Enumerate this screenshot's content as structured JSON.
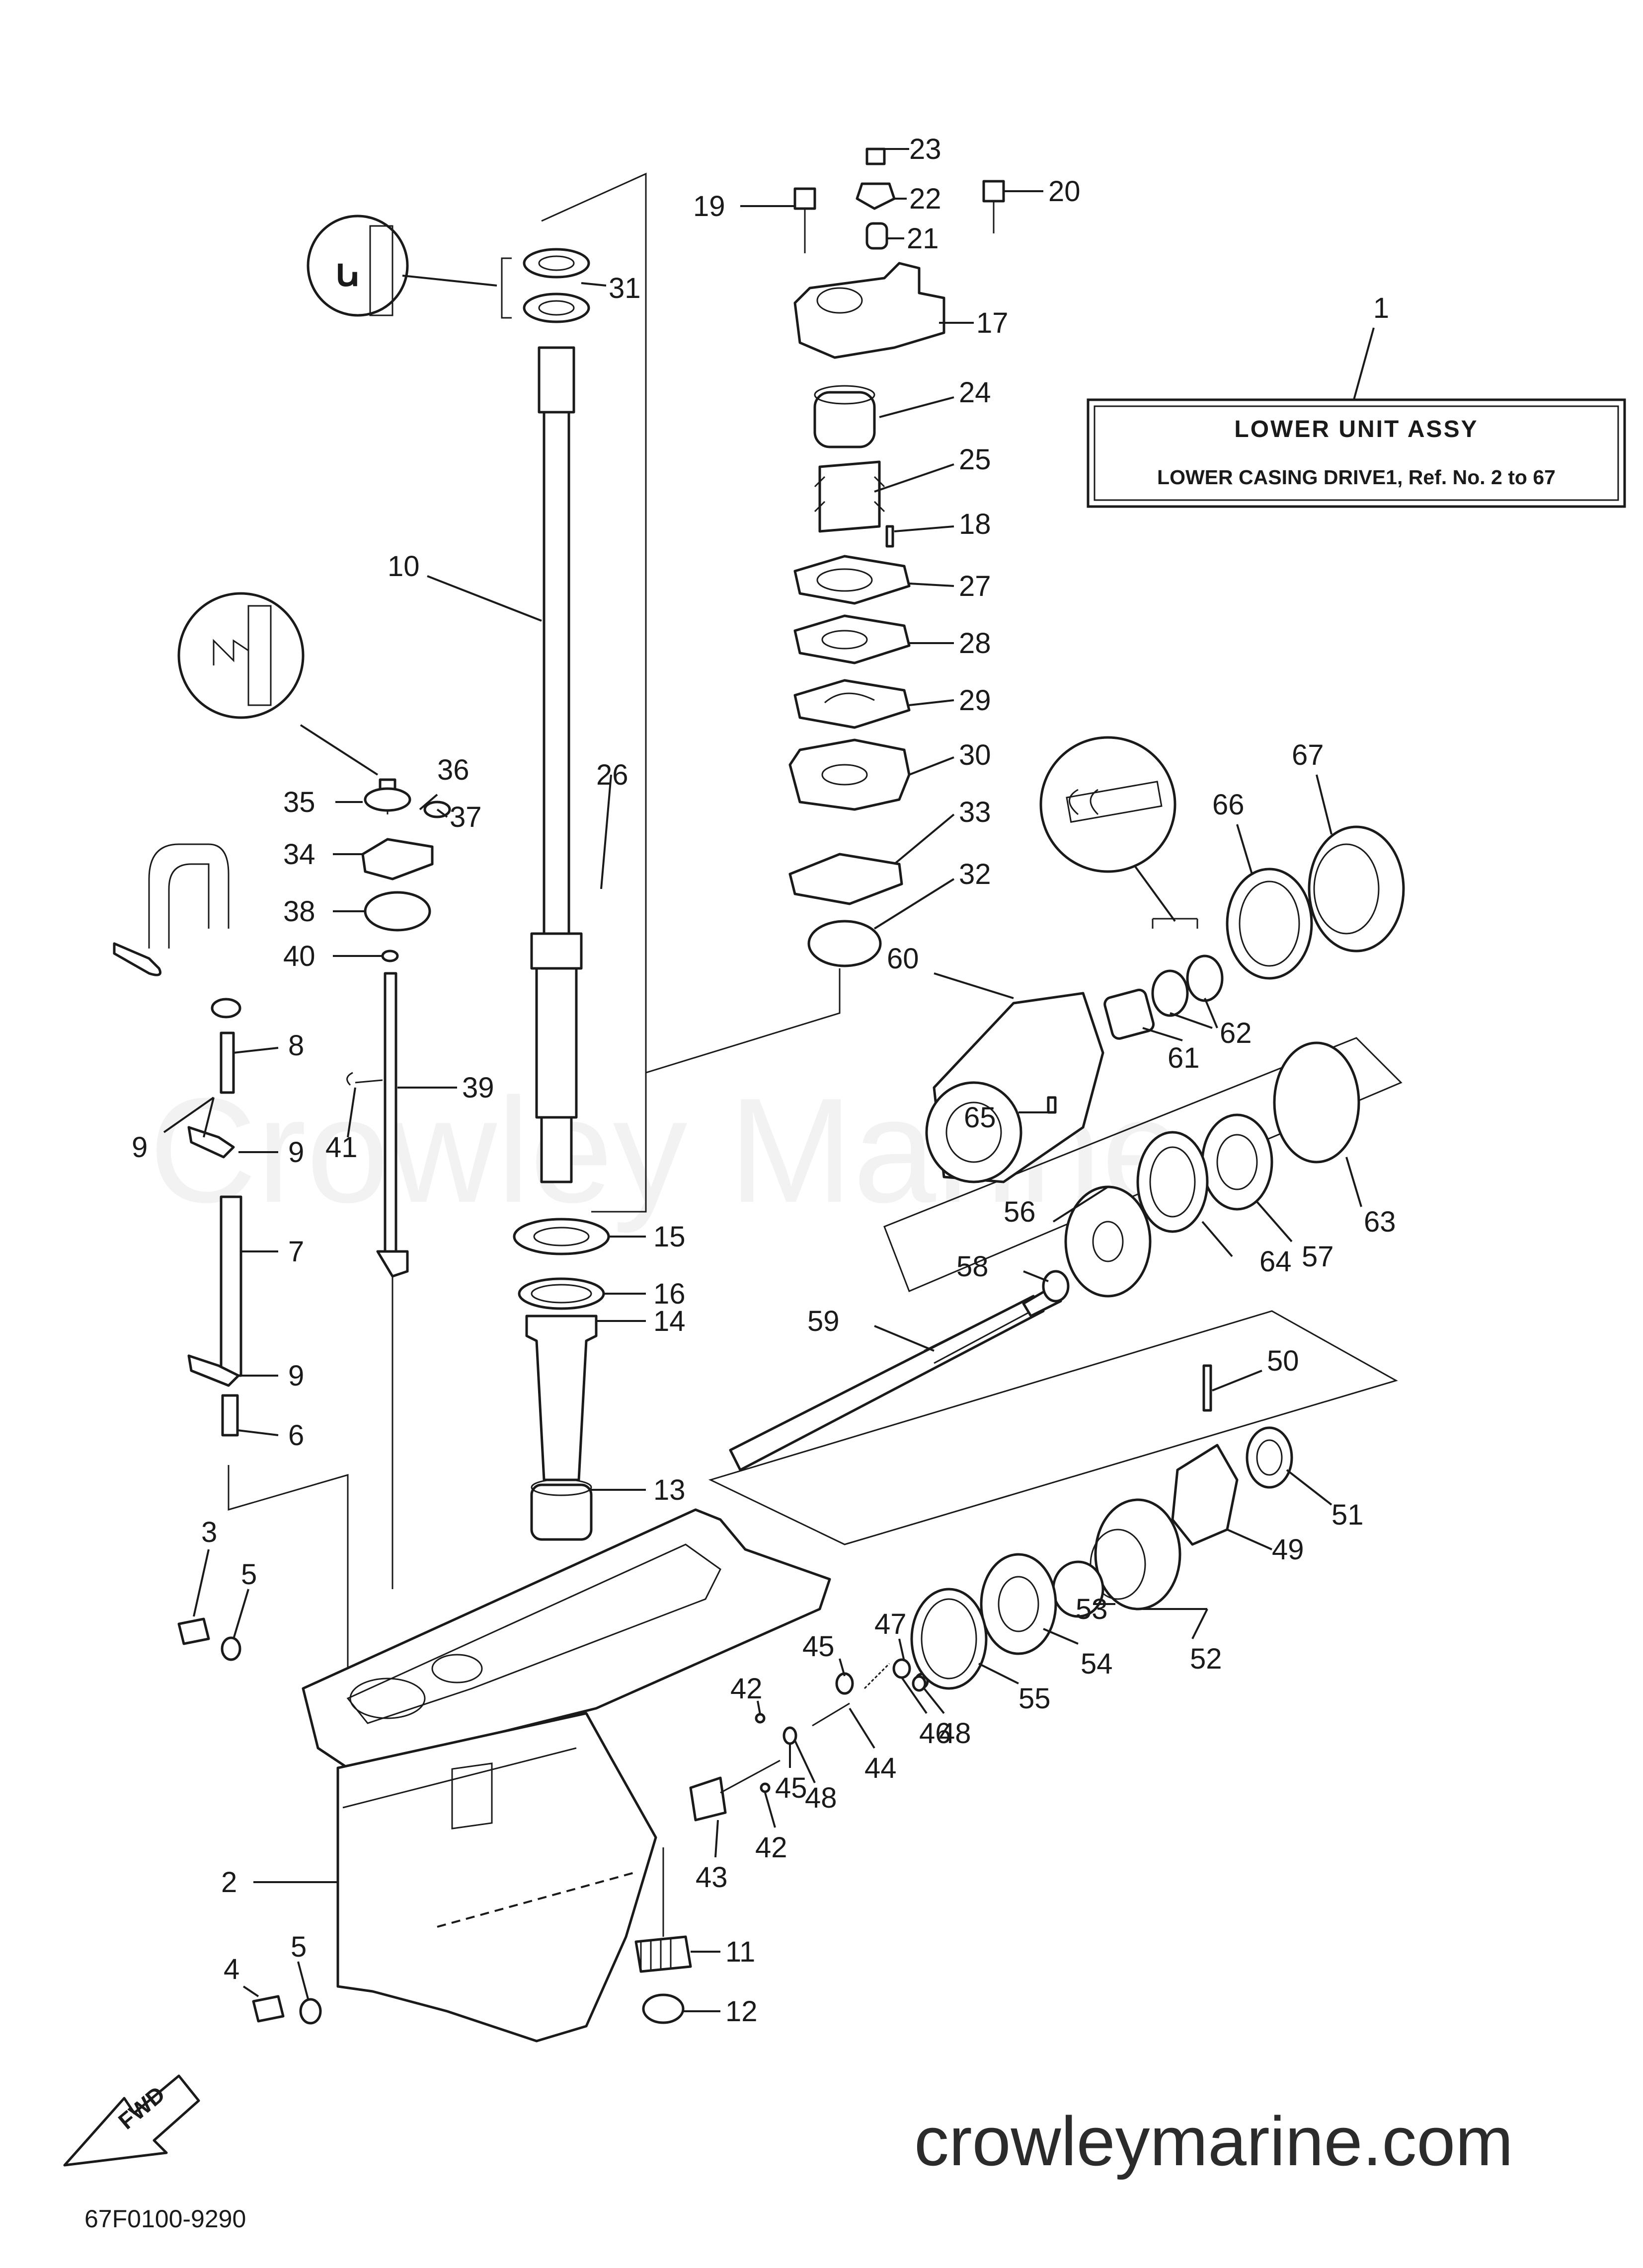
{
  "title_box": {
    "ref": "1",
    "title": "LOWER UNIT ASSY",
    "subtitle": "LOWER CASING DRIVE1, Ref. No. 2 to 67"
  },
  "watermark": "Crowley Marine",
  "website": "crowleymarine.com",
  "diagram_code": "67F0100-9290",
  "direction_badge": "FWD",
  "callouts": {
    "c2": "2",
    "c3": "3",
    "c4": "4",
    "c5a": "5",
    "c5b": "5",
    "c6": "6",
    "c7": "7",
    "c8": "8",
    "c9a": "9",
    "c9b": "9",
    "c9c": "9",
    "c10": "10",
    "c11": "11",
    "c12": "12",
    "c13": "13",
    "c14": "14",
    "c15": "15",
    "c16": "16",
    "c17": "17",
    "c18": "18",
    "c19": "19",
    "c20": "20",
    "c21": "21",
    "c22": "22",
    "c23": "23",
    "c24": "24",
    "c25": "25",
    "c26": "26",
    "c27": "27",
    "c28": "28",
    "c29": "29",
    "c30": "30",
    "c31": "31",
    "c32": "32",
    "c33": "33",
    "c34": "34",
    "c35": "35",
    "c36": "36",
    "c37": "37",
    "c38": "38",
    "c39": "39",
    "c40": "40",
    "c41": "41",
    "c42a": "42",
    "c42b": "42",
    "c43": "43",
    "c44": "44",
    "c45a": "45",
    "c45b": "45",
    "c46": "46",
    "c47": "47",
    "c48a": "48",
    "c48b": "48",
    "c49": "49",
    "c50": "50",
    "c51": "51",
    "c52": "52",
    "c53": "53",
    "c54": "54",
    "c55": "55",
    "c56": "56",
    "c57": "57",
    "c58": "58",
    "c59": "59",
    "c60": "60",
    "c61": "61",
    "c62": "62",
    "c63": "63",
    "c64": "64",
    "c65": "65",
    "c66": "66",
    "c67": "67"
  },
  "colors": {
    "ink": "#1a1a1a",
    "watermark": "#d9d9d9",
    "background": "#ffffff"
  }
}
